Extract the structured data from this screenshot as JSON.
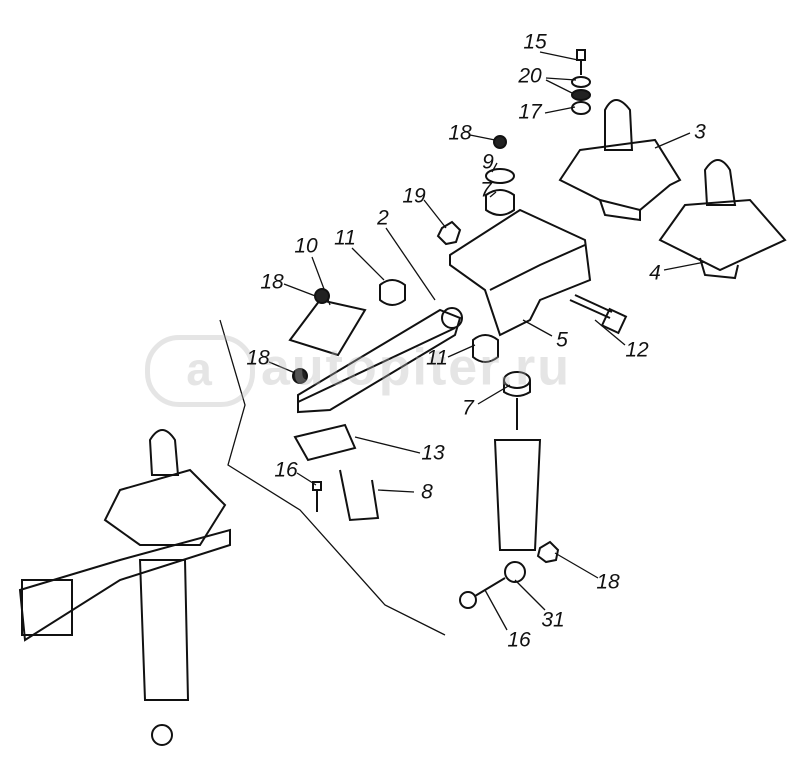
{
  "diagram": {
    "title": "Rear suspension exploded view",
    "watermark": {
      "logo": "a",
      "text": "autopiter.ru"
    },
    "callouts": [
      {
        "id": "c15",
        "text": "15"
      },
      {
        "id": "c20",
        "text": "20"
      },
      {
        "id": "c17",
        "text": "17"
      },
      {
        "id": "c3",
        "text": "3"
      },
      {
        "id": "c18a",
        "text": "18"
      },
      {
        "id": "c9",
        "text": "9"
      },
      {
        "id": "c7a",
        "text": "7"
      },
      {
        "id": "c19",
        "text": "19"
      },
      {
        "id": "c2",
        "text": "2"
      },
      {
        "id": "c11a",
        "text": "11"
      },
      {
        "id": "c10",
        "text": "10"
      },
      {
        "id": "c18b",
        "text": "18"
      },
      {
        "id": "c4",
        "text": "4"
      },
      {
        "id": "c5",
        "text": "5"
      },
      {
        "id": "c12",
        "text": "12"
      },
      {
        "id": "c11b",
        "text": "11"
      },
      {
        "id": "c18c",
        "text": "18"
      },
      {
        "id": "c7b",
        "text": "7"
      },
      {
        "id": "c13",
        "text": "13"
      },
      {
        "id": "c16a",
        "text": "16"
      },
      {
        "id": "c8",
        "text": "8"
      },
      {
        "id": "c18d",
        "text": "18"
      },
      {
        "id": "c31",
        "text": "31"
      },
      {
        "id": "c16b",
        "text": "16"
      }
    ]
  }
}
